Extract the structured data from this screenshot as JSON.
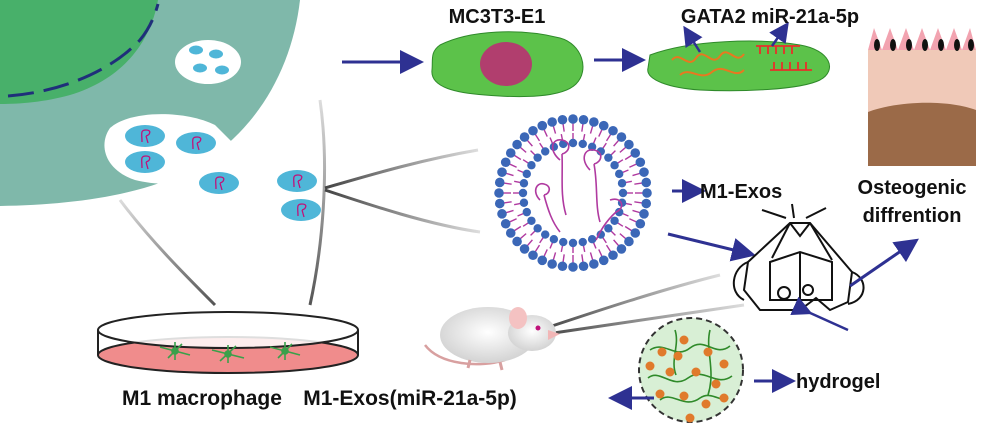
{
  "labels": {
    "mc3t3": "MC3T3-E1",
    "gata2_mir": "GATA2 miR-21a-5p",
    "m1_exos": "M1-Exos",
    "osteogenic_line1": "Osteogenic",
    "osteogenic_line2": "diffrention",
    "m1_macrophage": "M1 macrophage",
    "m1_exos_mir": "M1-Exos(miR-21a-5p)",
    "hydrogel": "hydrogel"
  },
  "colors": {
    "arrow": "#2e3192",
    "cell_body": "#7fb8aa",
    "cell_nucleus": "#48b06a",
    "vesicle_blue": "#4fb6d8",
    "rna_pink": "#c0127a",
    "osteoblast_green": "#5cc24a",
    "osteoblast_nucleus": "#b13e6e",
    "exosome_head": "#3b67b7",
    "exosome_tail": "#b03aa0",
    "hydrogel_fill": "#d8efd5",
    "hydrogel_dot": "#e07a2c",
    "dish_medium": "#f08c8c",
    "bone_brown": "#9b6a48",
    "bone_cartilage": "#f0c9b8",
    "rna_orange": "#e87820"
  }
}
